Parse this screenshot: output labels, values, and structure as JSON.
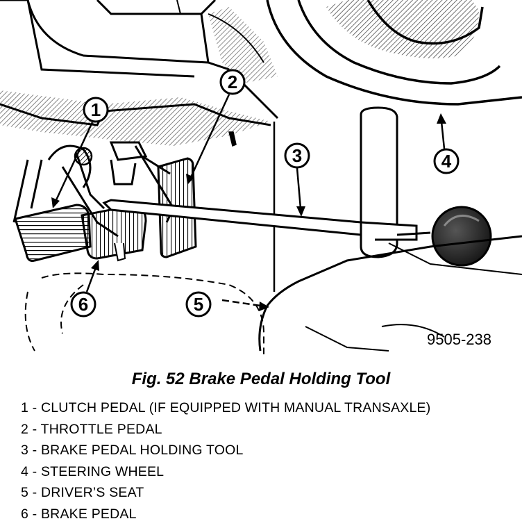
{
  "reference_code": "9505-238",
  "figure_caption": "Fig. 52 Brake Pedal Holding Tool",
  "callouts": [
    "1",
    "2",
    "3",
    "4",
    "5",
    "6"
  ],
  "legend": [
    "1 - CLUTCH PEDAL (IF EQUIPPED WITH MANUAL TRANSAXLE)",
    "2 - THROTTLE PEDAL",
    "3 - BRAKE PEDAL HOLDING TOOL",
    "4 - STEERING WHEEL",
    "5 - DRIVER’S SEAT",
    "6 - BRAKE PEDAL"
  ]
}
